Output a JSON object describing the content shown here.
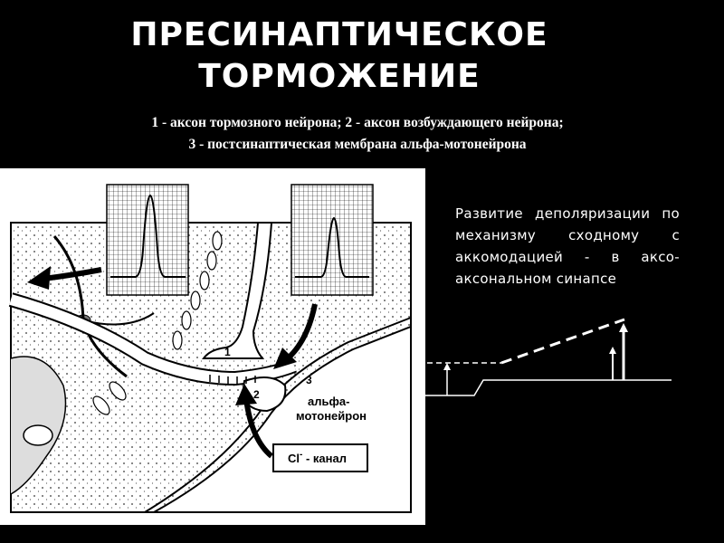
{
  "slide": {
    "title_line1": "ПРЕСИНАПТИЧЕСКОЕ",
    "title_line2": "ТОРМОЖЕНИЕ",
    "subtitle_line1": "1 - аксон тормозного нейрона;  2 - аксон возбуждающего нейрона;",
    "subtitle_line2": "3 - постсинаптическая мембрана альфа-мотонейрона"
  },
  "figure": {
    "label_1": "1",
    "label_2": "2",
    "label_3": "3",
    "neuron_label_line1": "альфа-",
    "neuron_label_line2": "мотонейрон",
    "channel_label": "Cl",
    "channel_superscript": "-",
    "channel_suffix": " - канал"
  },
  "side_text": "Развитие деполяризации по механизму сходному с аккомодацией - в аксо-аксональном синапсе"
}
